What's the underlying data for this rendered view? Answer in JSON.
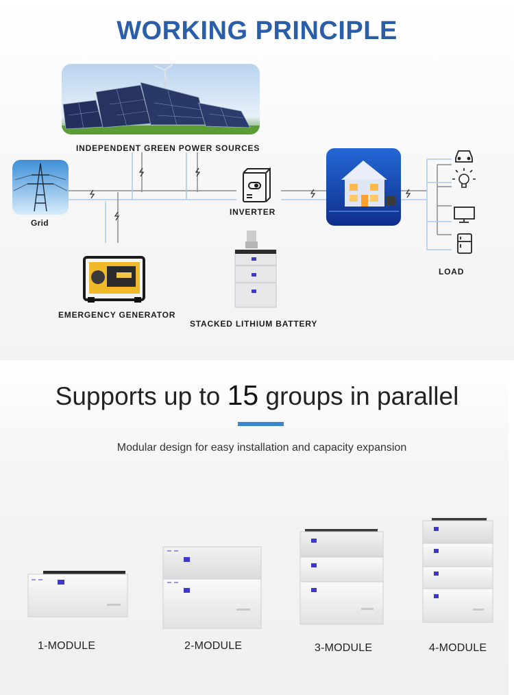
{
  "working_principle": {
    "title": "WORKING PRINCIPLE",
    "labels": {
      "sources": "INDEPENDENT GREEN POWER SOURCES",
      "grid": "Grid",
      "inverter": "INVERTER",
      "generator": "EMERGENCY GENERATOR",
      "battery": "STACKED LITHIUM BATTERY",
      "load": "LOAD"
    },
    "load_icons": [
      "car-icon",
      "lightbulb-icon",
      "monitor-icon",
      "refrigerator-icon"
    ],
    "colors": {
      "title": "#2a5ea8",
      "line_blue": "#a9c8e8",
      "line_gray": "#8a8a8a",
      "house_bg": "#1d4fbf"
    }
  },
  "parallel": {
    "headline_before": "Supports up to",
    "headline_number": "15",
    "headline_after": "groups in parallel",
    "subtitle": "Modular design for easy installation and capacity expansion",
    "accent_color": "#3a86cf",
    "modules": [
      {
        "label": "1-MODULE",
        "count": 1
      },
      {
        "label": "2-MODULE",
        "count": 2
      },
      {
        "label": "3-MODULE",
        "count": 3
      },
      {
        "label": "4-MODULE",
        "count": 4
      }
    ]
  }
}
